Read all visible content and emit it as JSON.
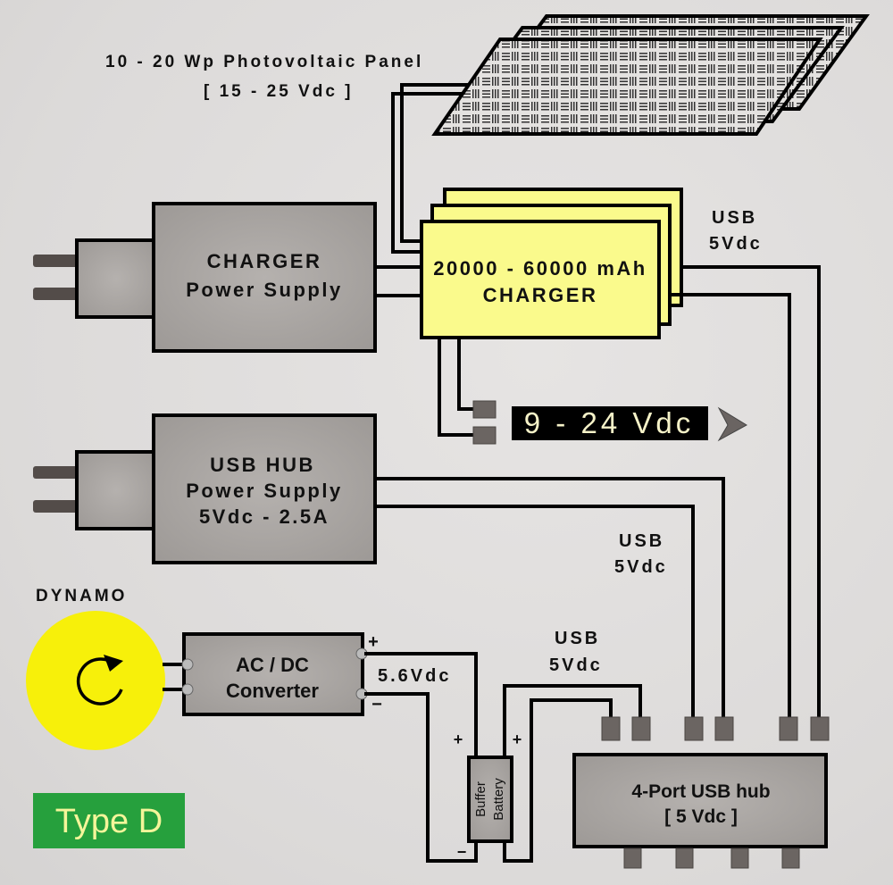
{
  "title_block": {
    "pv_title": "10 - 20 Wp Photovoltaic Panel",
    "pv_voltage": "[ 15 - 25 Vdc ]"
  },
  "components": {
    "charger_psu": {
      "line1": "CHARGER",
      "line2": "Power Supply"
    },
    "usb_hub_psu": {
      "line1": "USB HUB",
      "line2": "Power Supply",
      "line3": "5Vdc - 2.5A"
    },
    "battery_charger": {
      "line1": "20000 - 60000 mAh",
      "line2": "CHARGER"
    },
    "dynamo": {
      "label": "DYNAMO"
    },
    "acdc_converter": {
      "line1": "AC / DC",
      "line2": "Converter"
    },
    "buffer_battery": {
      "line1": "Buffer",
      "line2": "Battery"
    },
    "usb_hub": {
      "line1": "4-Port USB hub",
      "line2": "[ 5 Vdc ]"
    }
  },
  "labels": {
    "usb_top": {
      "line1": "USB",
      "line2": "5Vdc"
    },
    "usb_middle": {
      "line1": "USB",
      "line2": "5Vdc"
    },
    "usb_lower": {
      "line1": "USB",
      "line2": "5Vdc"
    },
    "output_voltage": "9 - 24 Vdc",
    "converter_output": "5.6Vdc",
    "plus": "+",
    "minus": "−",
    "type_badge": "Type D"
  },
  "colors": {
    "yellow_charger": "#fafa8c",
    "dynamo_yellow": "#f7f00a",
    "badge_green": "#26a03d",
    "badge_text": "#f5f59a",
    "output_bg": "#000000",
    "output_text": "#f5f2c8",
    "device_gray": "#a8a4a1"
  }
}
